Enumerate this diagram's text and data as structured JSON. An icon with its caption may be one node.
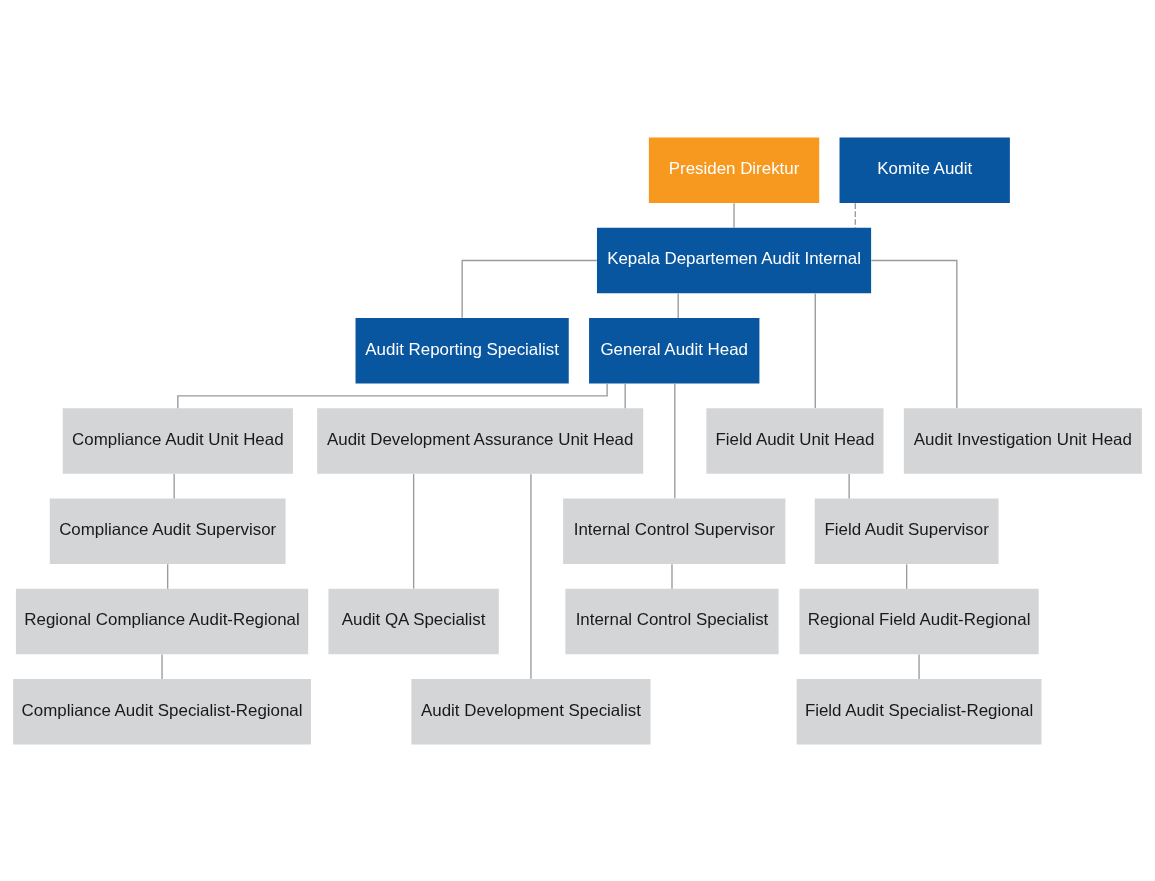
{
  "diagram": {
    "nodes": [
      {
        "text": [
          "Presiden Direktur"
        ]
      },
      {
        "text": [
          "Komite Audit"
        ]
      },
      {
        "text": [
          "Kepala Departemen Audit Internal"
        ]
      },
      {
        "text": [
          "Audit Reporting Specialist"
        ]
      },
      {
        "text": [
          "General Audit Head"
        ]
      },
      {
        "text": [
          "Field Audit Unit Head"
        ]
      },
      {
        "text": [
          "Audit Investigation Unit Head"
        ]
      },
      {
        "text": [
          "Compliance Audit Unit Head"
        ]
      },
      {
        "text": [
          "Audit Development Assurance Unit Head"
        ]
      },
      {
        "text": [
          "Field Audit Supervisor"
        ]
      },
      {
        "text": [
          "Compliance Audit Supervisor"
        ]
      },
      {
        "text": [
          "Internal Control Supervisor"
        ]
      },
      {
        "text": [
          "Regional Field Audit-Regional"
        ]
      },
      {
        "text": [
          "Regional Compliance Audit-Regional"
        ]
      },
      {
        "text": [
          "Internal Control Specialist"
        ]
      },
      {
        "text": [
          "Audit QA Specialist"
        ]
      },
      {
        "text": [
          "Field Audit Specialist-Regional"
        ]
      },
      {
        "text": [
          "Compliance Audit Specialist-Regional"
        ]
      },
      {
        "text": [
          "Audit Development Specialist"
        ]
      }
    ],
    "edges": [
      {
        "from": 0,
        "to": 2,
        "arrow": "none"
      },
      {
        "from": 1,
        "to": 2,
        "arrow": "none",
        "style": "dashed"
      },
      {
        "from": 2,
        "to": 3,
        "arrow": "none"
      },
      {
        "from": 2,
        "to": 4,
        "arrow": "none"
      },
      {
        "from": 2,
        "to": 5,
        "arrow": "none"
      },
      {
        "from": 2,
        "to": 6,
        "arrow": "none"
      },
      {
        "from": 4,
        "to": 7,
        "arrow": "none"
      },
      {
        "from": 4,
        "to": 11,
        "arrow": "none"
      },
      {
        "from": 4,
        "to": 8,
        "arrow": "none"
      },
      {
        "from": 5,
        "to": 9,
        "arrow": "none"
      },
      {
        "from": 9,
        "to": 12,
        "arrow": "none"
      },
      {
        "from": 12,
        "to": 16,
        "arrow": "none"
      },
      {
        "from": 7,
        "to": 10,
        "arrow": "none"
      },
      {
        "from": 10,
        "to": 13,
        "arrow": "none"
      },
      {
        "from": 13,
        "to": 17,
        "arrow": "none"
      },
      {
        "from": 11,
        "to": 14,
        "arrow": "none"
      },
      {
        "from": 8,
        "to": 15,
        "arrow": "none"
      },
      {
        "from": 8,
        "to": 18,
        "arrow": "none"
      }
    ]
  }
}
